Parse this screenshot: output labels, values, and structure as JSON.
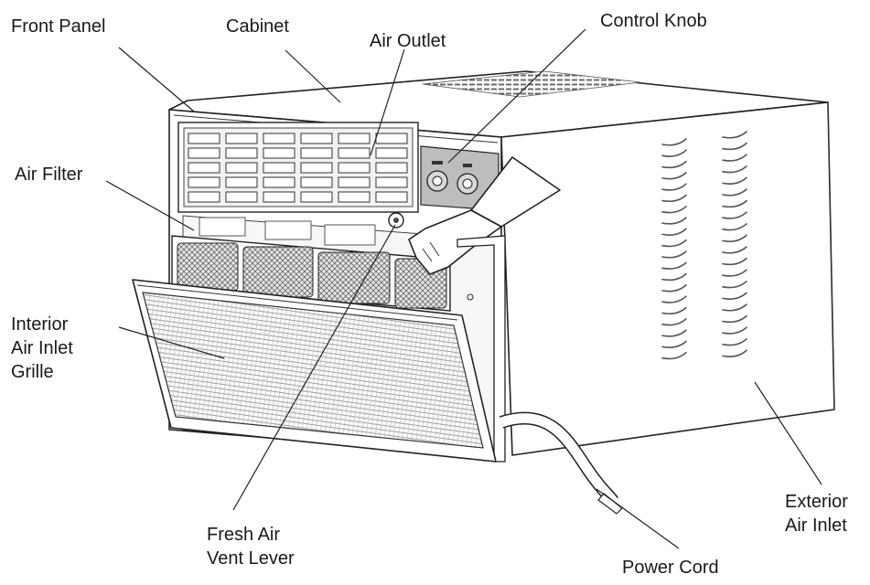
{
  "labels": {
    "front_panel": "Front Panel",
    "cabinet": "Cabinet",
    "air_outlet": "Air Outlet",
    "control_knob": "Control Knob",
    "air_filter": "Air Filter",
    "interior_air_inlet_grille": [
      "Interior",
      "Air Inlet",
      "Grille"
    ],
    "fresh_air_vent_lever": [
      "Fresh Air",
      "Vent Lever"
    ],
    "power_cord": "Power Cord",
    "exterior_air_inlet": [
      "Exterior",
      "Air Inlet"
    ]
  },
  "colors": {
    "line": "#222222",
    "control_panel": "#bdbdbd",
    "filter_mesh": "#8a8a8a",
    "grille_mesh": "#b5b5b5",
    "background": "#ffffff"
  }
}
